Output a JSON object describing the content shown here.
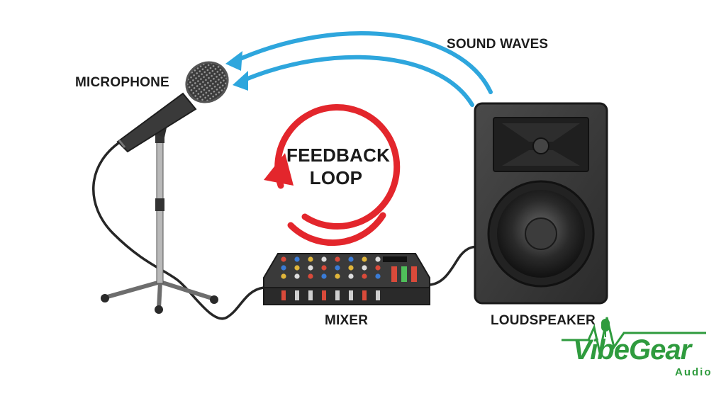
{
  "labels": {
    "microphone": "MICROPHONE",
    "sound_waves": "SOUND WAVES",
    "feedback_loop_line1": "FEEDBACK",
    "feedback_loop_line2": "LOOP",
    "mixer": "MIXER",
    "loudspeaker": "LOUDSPEAKER"
  },
  "logo": {
    "name": "VibeGear",
    "sub": "Audio"
  },
  "colors": {
    "wave_arrow": "#2ea6dd",
    "feedback_arrow": "#e3262c",
    "brand_green": "#2f9b3e",
    "speaker_body": "#3a3a3a"
  },
  "icons": {
    "microphone": "microphone-icon",
    "mixer": "mixer-icon",
    "loudspeaker": "loudspeaker-icon"
  }
}
